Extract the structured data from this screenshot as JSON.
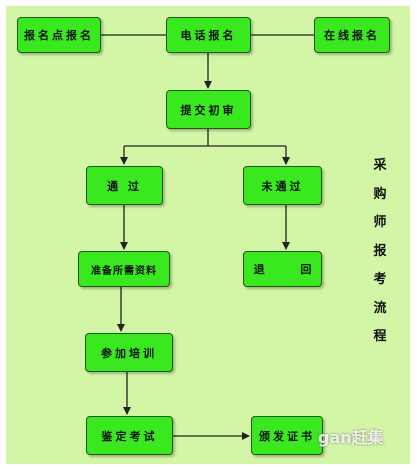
{
  "flowchart": {
    "nodes": [
      {
        "id": "register-point",
        "label": "报名点报名"
      },
      {
        "id": "phone-register",
        "label": "电话报名"
      },
      {
        "id": "online-register",
        "label": "在线报名"
      },
      {
        "id": "submit-review",
        "label": "提交初审"
      },
      {
        "id": "passed",
        "label": "通 过"
      },
      {
        "id": "not-passed",
        "label": "未通过"
      },
      {
        "id": "prepare-materials",
        "label": "准备所需资料"
      },
      {
        "id": "return",
        "label": "退 回"
      },
      {
        "id": "training",
        "label": "参加培训"
      },
      {
        "id": "exam",
        "label": "鉴定考试"
      },
      {
        "id": "certificate",
        "label": "颁发证书"
      }
    ],
    "edges": [
      {
        "from": "register-point",
        "to": "phone-register",
        "arrow": false
      },
      {
        "from": "phone-register",
        "to": "online-register",
        "arrow": false
      },
      {
        "from": "phone-register",
        "to": "submit-review",
        "arrow": true
      },
      {
        "from": "submit-review",
        "to": "passed",
        "arrow": true
      },
      {
        "from": "submit-review",
        "to": "not-passed",
        "arrow": true
      },
      {
        "from": "passed",
        "to": "prepare-materials",
        "arrow": true
      },
      {
        "from": "not-passed",
        "to": "return",
        "arrow": true
      },
      {
        "from": "prepare-materials",
        "to": "training",
        "arrow": true
      },
      {
        "from": "training",
        "to": "exam",
        "arrow": true
      },
      {
        "from": "exam",
        "to": "certificate",
        "arrow": true
      }
    ]
  },
  "side_title": "采购师报考流程",
  "watermark": "gan赶集",
  "colors": {
    "background": "#d3f5a6",
    "node_fill": "#39e81f",
    "node_border": "#1f5a12",
    "line": "#222222"
  }
}
